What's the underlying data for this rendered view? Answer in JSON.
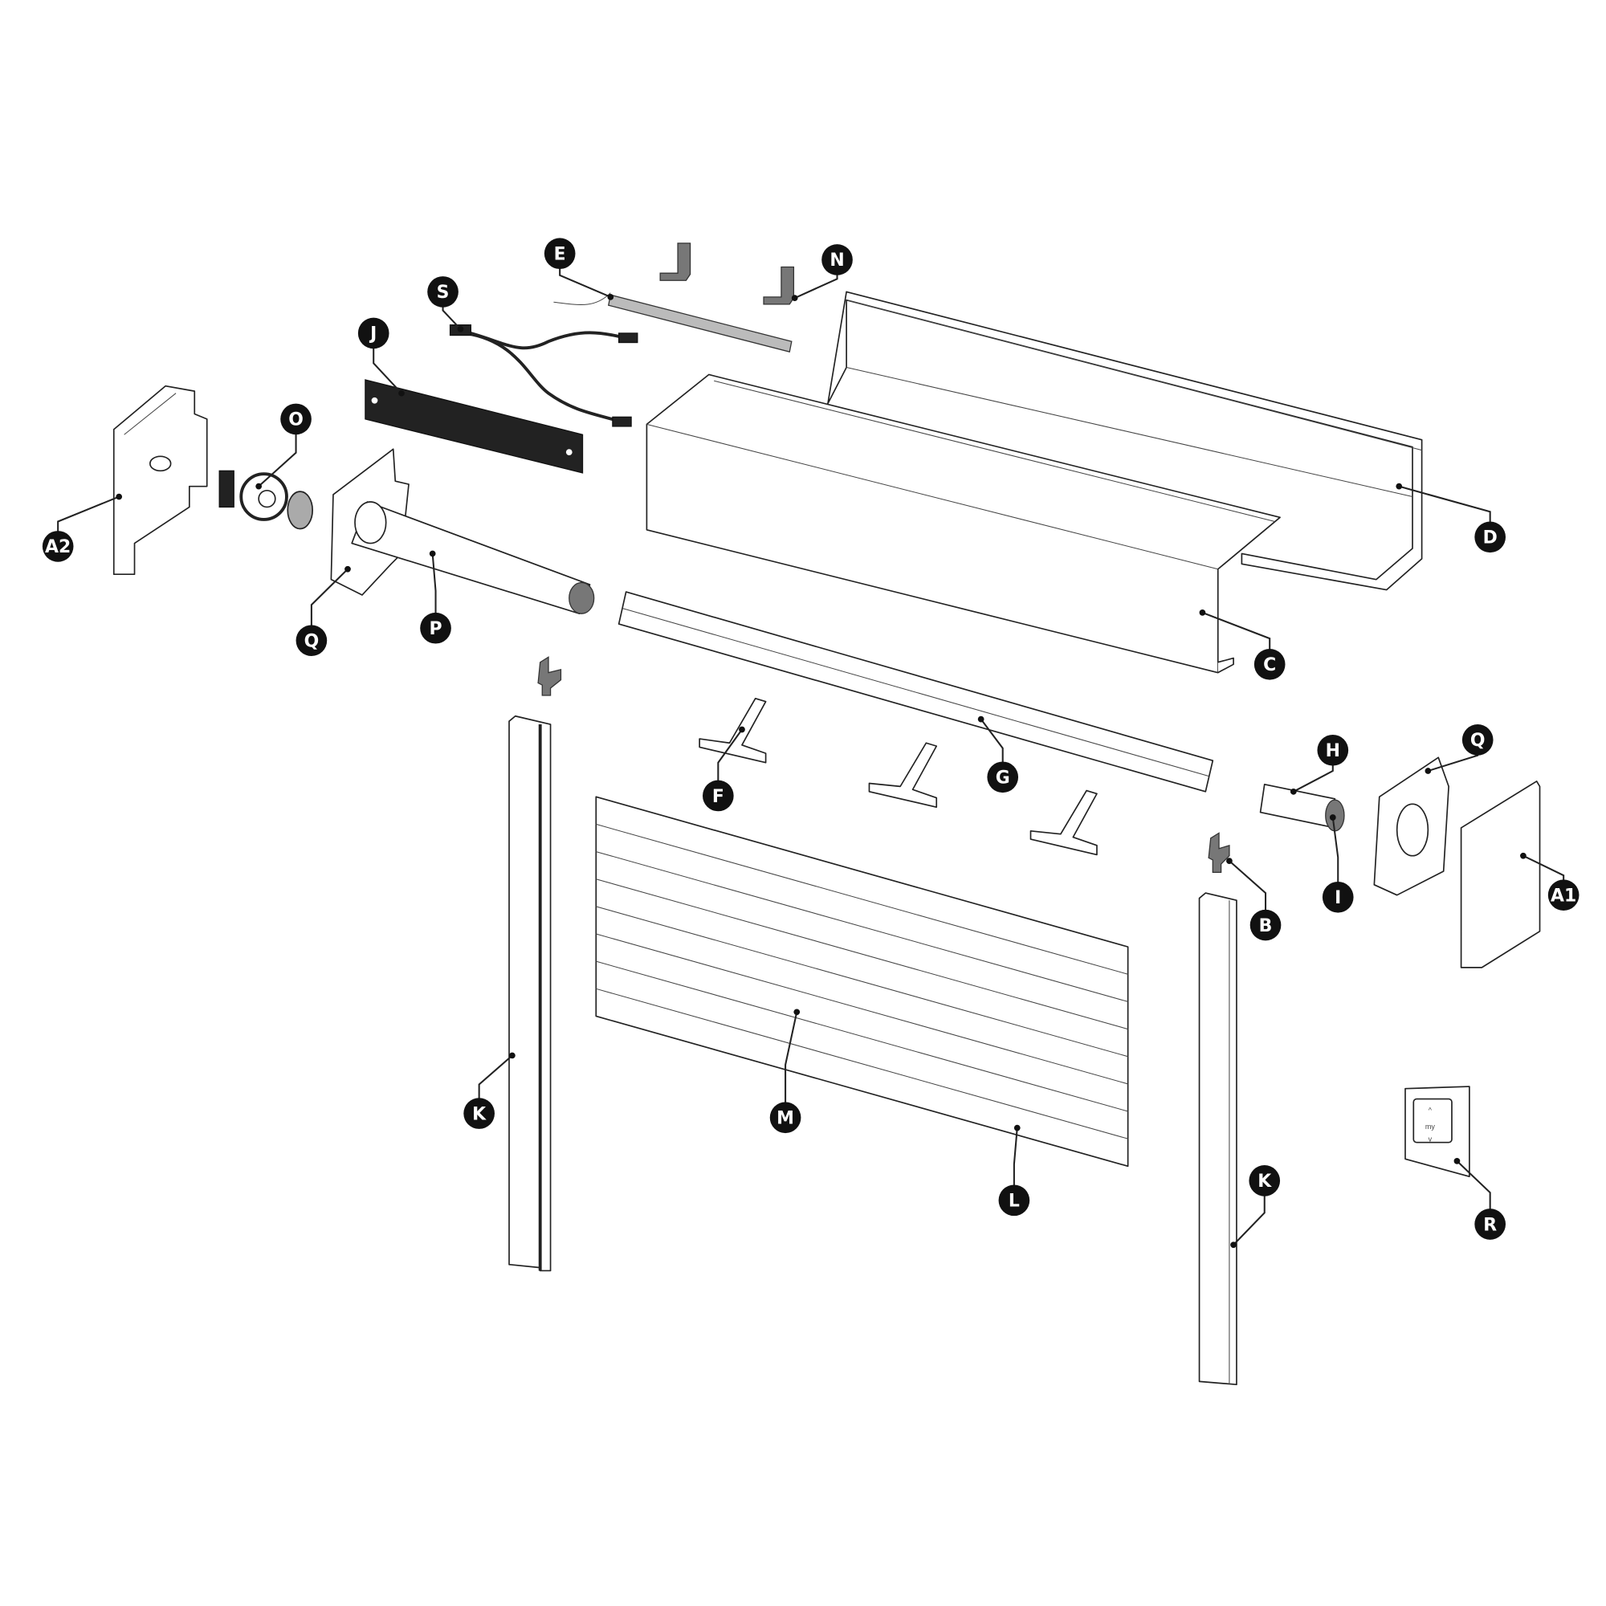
{
  "diagram": {
    "labels": [
      "E",
      "N",
      "S",
      "J",
      "O",
      "A2",
      "D",
      "Q",
      "P",
      "C",
      "H",
      "Q",
      "G",
      "F",
      "I",
      "A1",
      "B",
      "K",
      "M",
      "L",
      "K",
      "R"
    ],
    "remote": {
      "up": "^",
      "my": "my",
      "down": "v"
    }
  }
}
